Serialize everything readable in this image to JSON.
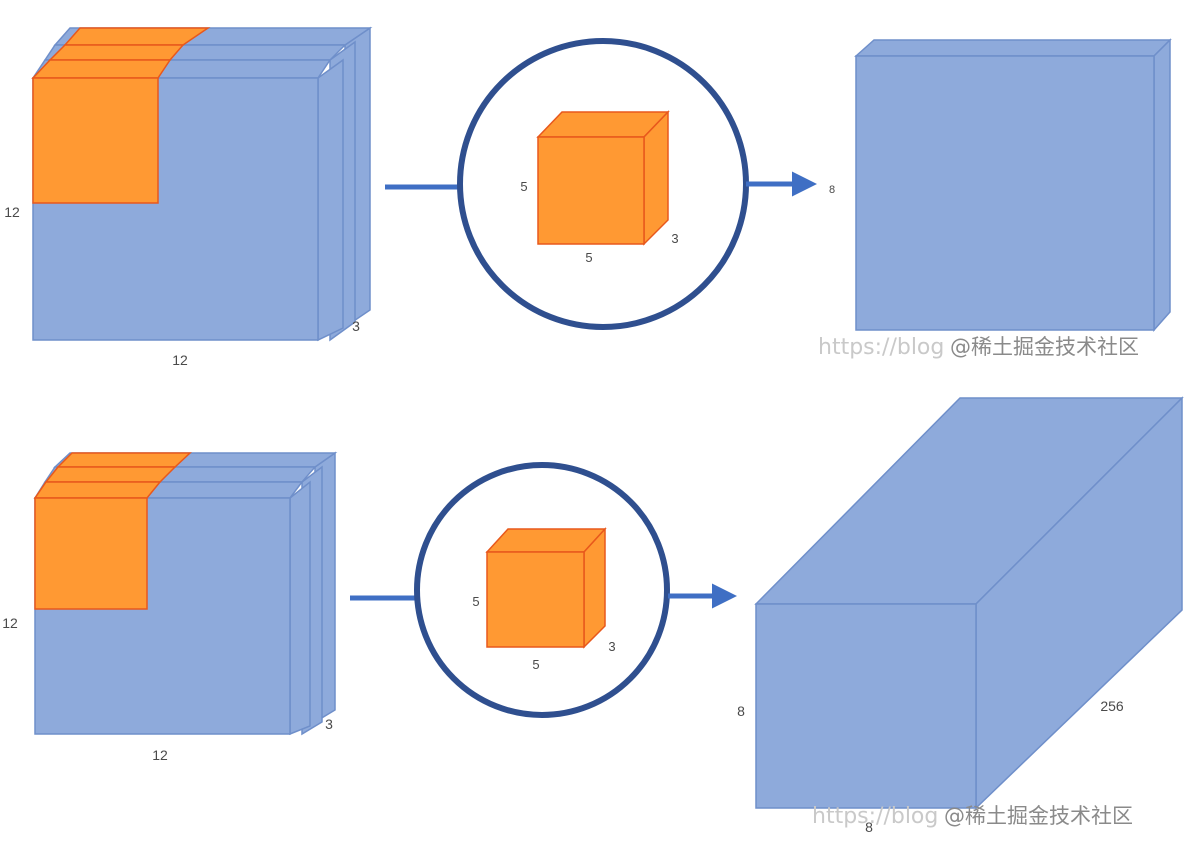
{
  "colors": {
    "volume": "#8eaadb",
    "volume_edge": "#6f8fca",
    "kernel": "#ff9933",
    "kernel_edge": "#e8581c",
    "ring": "#2f4f8f",
    "arrow": "#3f6fc4",
    "background": "#ffffff"
  },
  "row1": {
    "input_height_label": "12",
    "input_width_label": "12",
    "input_depth_label": "3",
    "kernel_height_label": "5",
    "kernel_width_label": "5",
    "kernel_depth_label": "3",
    "output_height_label": "8"
  },
  "row2": {
    "input_height_label": "12",
    "input_width_label": "12",
    "input_depth_label": "3",
    "kernel_height_label": "5",
    "kernel_width_label": "5",
    "kernel_depth_label": "3",
    "output_height_label": "8",
    "output_width_label": "8",
    "output_depth_label": "256"
  },
  "watermark": {
    "url_text": "https://blog",
    "site_text": "@稀土掘金技术社区"
  }
}
